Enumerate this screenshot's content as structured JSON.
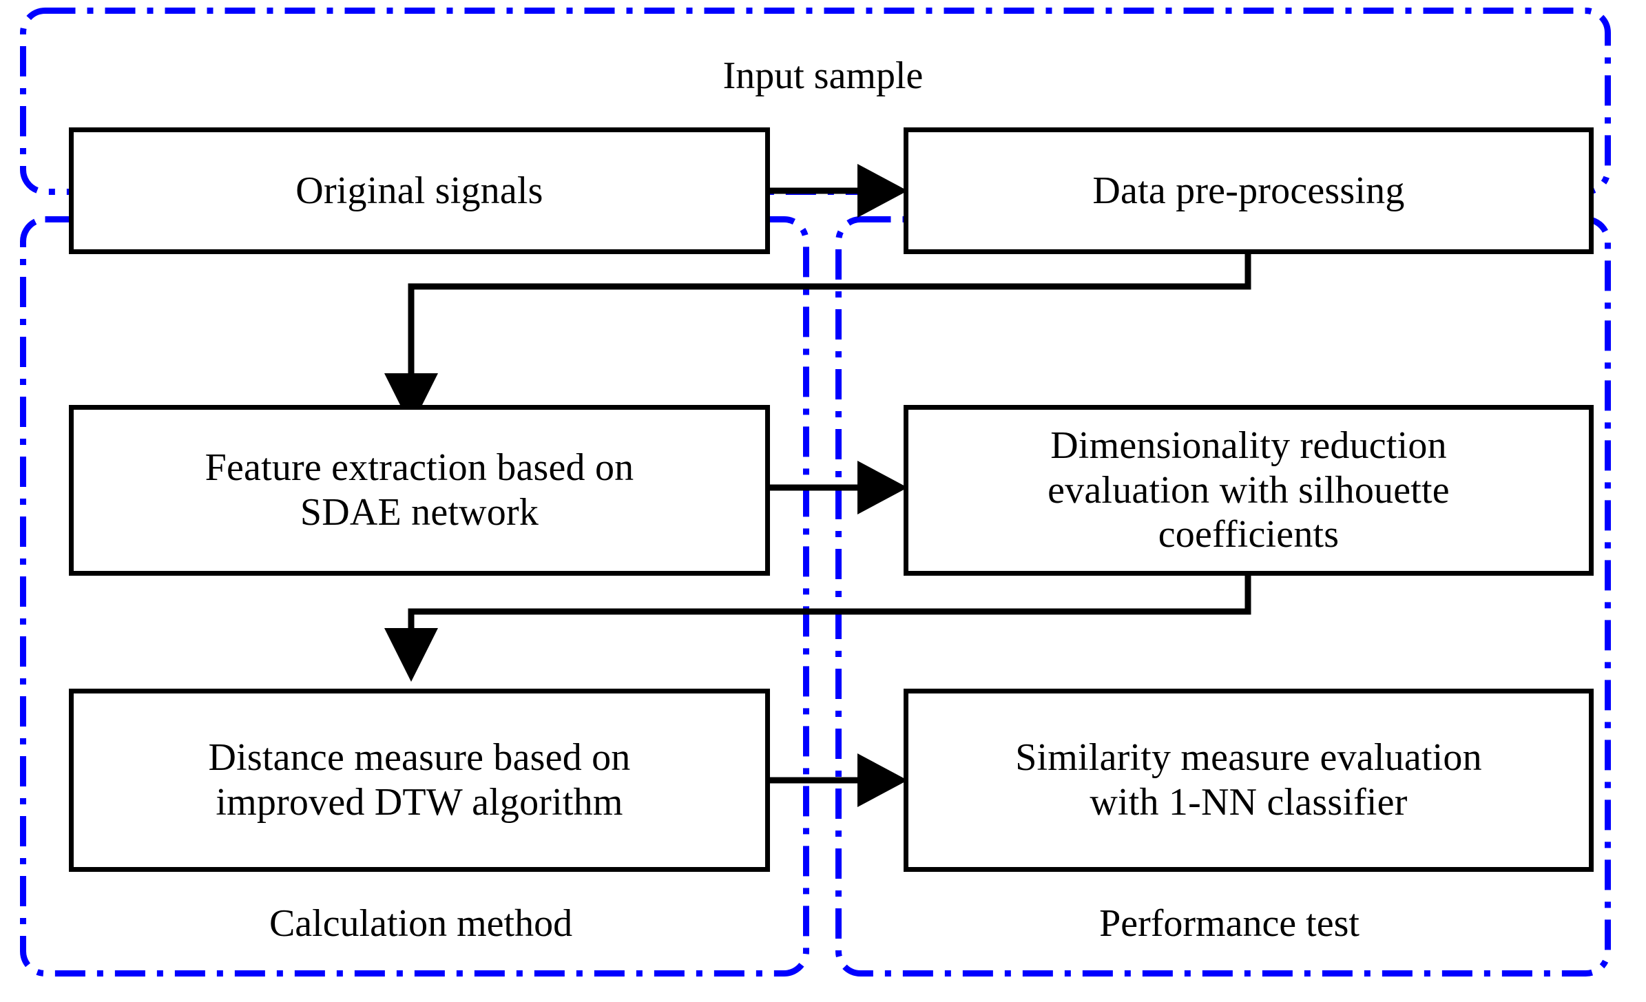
{
  "diagram": {
    "title_visible": false,
    "background_color": "#ffffff",
    "box_border_color": "#000000",
    "group_border_color": "#0000ff",
    "connector_color": "#000000",
    "groups": [
      {
        "id": "input-sample",
        "caption": "Input sample",
        "caption_position": "top-center"
      },
      {
        "id": "calculation-method",
        "caption": "Calculation method",
        "caption_position": "bottom-center"
      },
      {
        "id": "performance-test",
        "caption": "Performance test",
        "caption_position": "bottom-center"
      }
    ],
    "nodes": [
      {
        "id": "original-signals",
        "label": "Original signals",
        "group": "input-sample"
      },
      {
        "id": "data-pre-processing",
        "label": "Data pre-processing",
        "group": "input-sample"
      },
      {
        "id": "feature-extraction",
        "label": "Feature extraction based on\nSDAE network",
        "group": "calculation-method"
      },
      {
        "id": "dimensionality-reduction",
        "label": "Dimensionality reduction\nevaluation with silhouette\ncoefficients",
        "group": "performance-test"
      },
      {
        "id": "distance-measure",
        "label": "Distance measure based on\nimproved DTW algorithm",
        "group": "calculation-method"
      },
      {
        "id": "similarity-measure",
        "label": "Similarity measure evaluation\nwith 1-NN classifier",
        "group": "performance-test"
      }
    ],
    "edges": [
      {
        "id": "e1",
        "from": "original-signals",
        "to": "data-pre-processing",
        "style": "straight-right"
      },
      {
        "id": "e2",
        "from": "data-pre-processing",
        "to": "feature-extraction",
        "style": "elbow-down-left-down"
      },
      {
        "id": "e3",
        "from": "feature-extraction",
        "to": "dimensionality-reduction",
        "style": "straight-right"
      },
      {
        "id": "e4",
        "from": "dimensionality-reduction",
        "to": "distance-measure",
        "style": "elbow-down-left-down"
      },
      {
        "id": "e5",
        "from": "distance-measure",
        "to": "similarity-measure",
        "style": "straight-right"
      }
    ]
  }
}
